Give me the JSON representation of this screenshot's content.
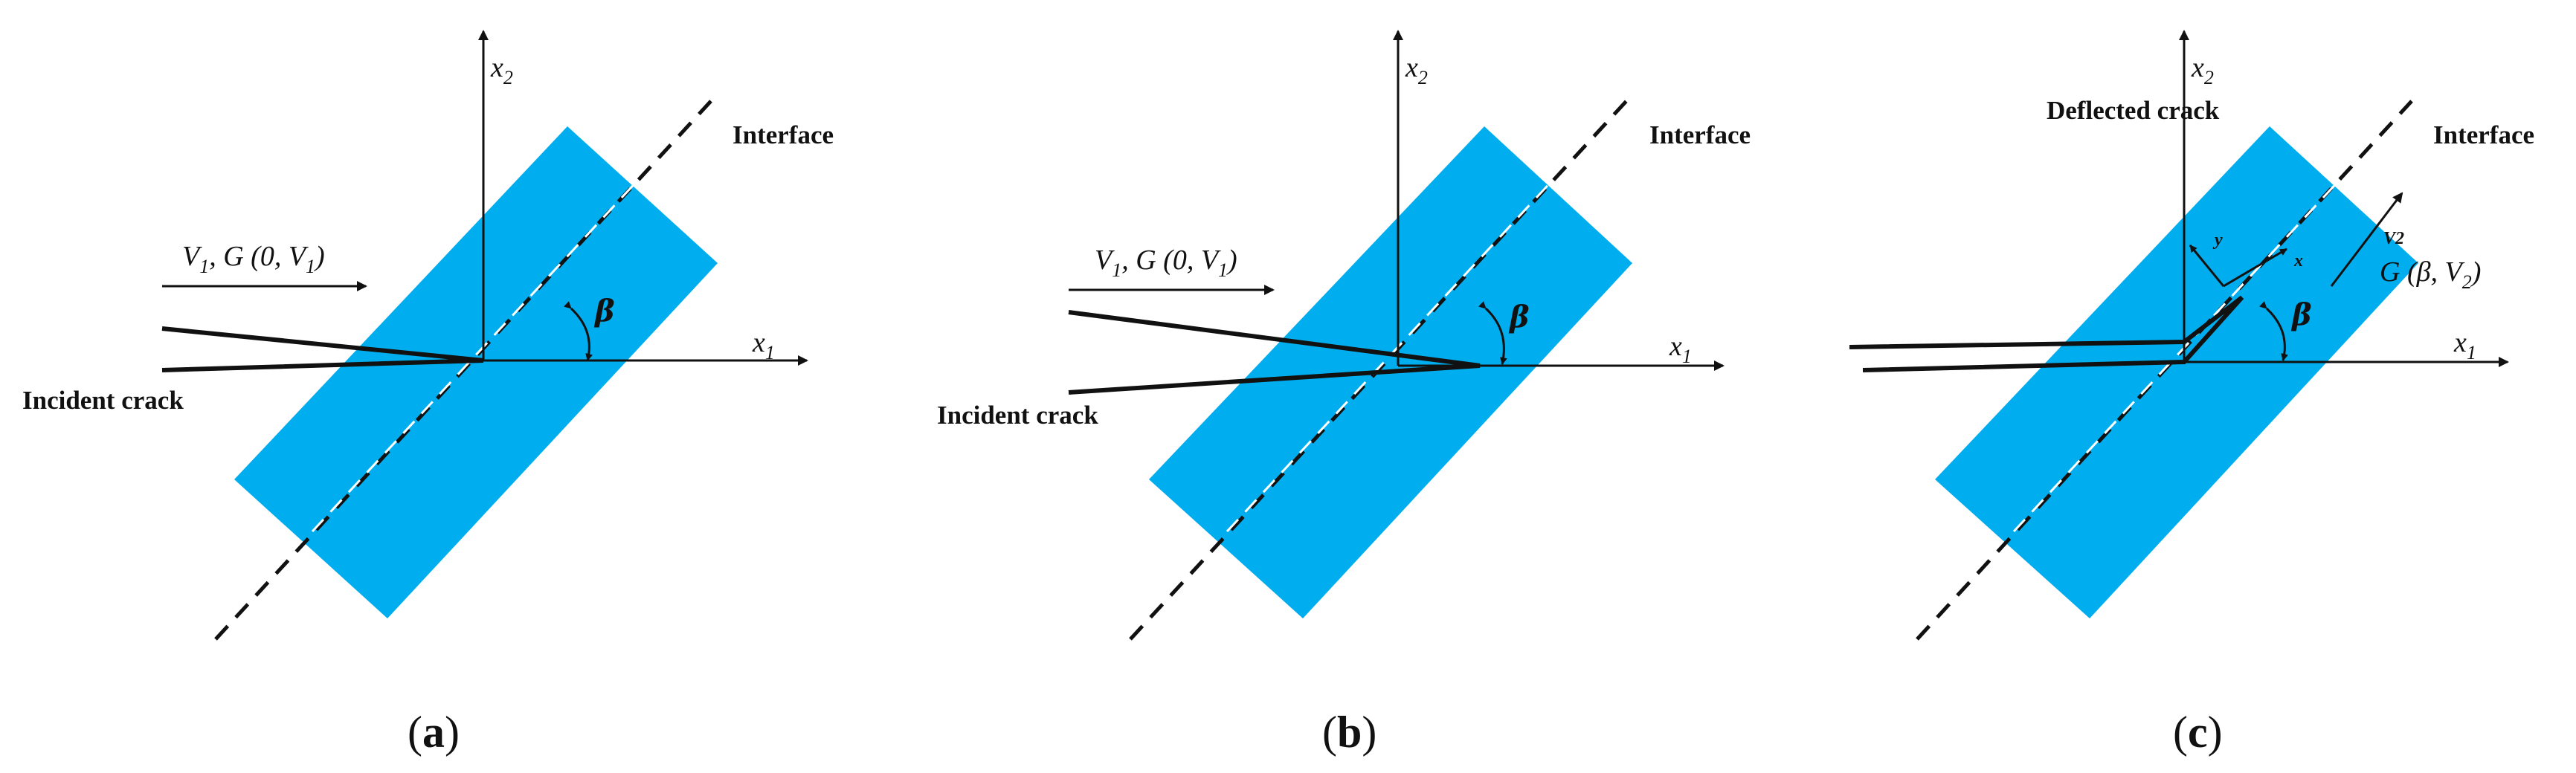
{
  "panels": [
    {
      "id": "a",
      "caption_open": "(",
      "caption_letter": "a",
      "caption_close": ")",
      "interface_label": "Interface",
      "x1_label": "x",
      "x1_sub": "1",
      "x2_label": "x",
      "x2_sub": "2",
      "beta_label": "β",
      "velocity_label_parts": [
        "V",
        "1",
        ", G (0, V",
        "1",
        ")"
      ],
      "crack_label": "Incident crack"
    },
    {
      "id": "b",
      "caption_open": "(",
      "caption_letter": "b",
      "caption_close": ")",
      "interface_label": "Interface",
      "x1_label": "x",
      "x1_sub": "1",
      "x2_label": "x",
      "x2_sub": "2",
      "beta_label": "β",
      "velocity_label_parts": [
        "V",
        "1",
        ", G (0, V",
        "1",
        ")"
      ],
      "crack_label": "Incident crack"
    },
    {
      "id": "c",
      "caption_open": "(",
      "caption_letter": "c",
      "caption_close": ")",
      "interface_label": "Interface",
      "x1_label": "x",
      "x1_sub": "1",
      "x2_label": "x",
      "x2_sub": "2",
      "beta_label": "β",
      "deflected_label": "Deflected crack",
      "local_x_label": "x",
      "local_y_label": "y",
      "v2_label": "V2",
      "g_label_parts": [
        "G (β, V",
        "2",
        ")"
      ]
    }
  ],
  "colors": {
    "layer": "#00AEEF",
    "ink": "#111111"
  }
}
